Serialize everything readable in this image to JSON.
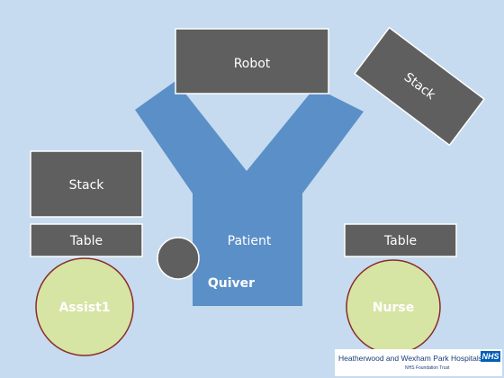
{
  "diagram": {
    "robot": "Robot",
    "stack_left": "Stack",
    "stack_right": "Stack",
    "table_left": "Table",
    "table_right": "Table",
    "patient": "Patient",
    "quiver": "Quiver",
    "assist": "Assist1",
    "nurse": "Nurse"
  },
  "footer": {
    "hospital_name": "Heatherwood and Wexham Park Hospitals",
    "trust": "NHS Foundation Trust",
    "logo_text": "NHS"
  },
  "colors": {
    "background": "#c6dbef",
    "equipment": "#5f5f5f",
    "patient": "#5b8fc7",
    "staff": "#d6e4a4",
    "staff_border": "#8b2a2a"
  }
}
